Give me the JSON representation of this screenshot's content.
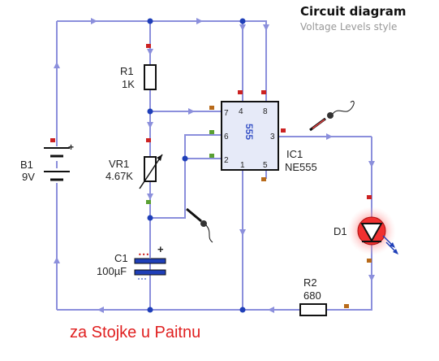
{
  "header": {
    "title": "Circuit diagram",
    "subtitle": "Voltage Levels style"
  },
  "components": {
    "r1": {
      "ref": "R1",
      "value": "1K"
    },
    "vr1": {
      "ref": "VR1",
      "value": "4.67K"
    },
    "c1": {
      "ref": "C1",
      "value": "100µF"
    },
    "b1": {
      "ref": "B1",
      "value": "9V"
    },
    "r2": {
      "ref": "R2",
      "value": "680"
    },
    "d1": {
      "ref": "D1"
    },
    "ic1": {
      "ref": "IC1",
      "value": "NE555",
      "chip_text": "555",
      "pins": {
        "p4": "4",
        "p8": "8",
        "p7": "7",
        "p6": "6",
        "p2": "2",
        "p3": "3",
        "p1": "1",
        "p5": "5"
      }
    }
  },
  "polarity": {
    "battery_plus": "+",
    "cap_plus": "+",
    "cap_dots": "•••"
  },
  "caption": "za Stojke u Paitnu",
  "colors": {
    "wire": "#8b8fdc",
    "node": "#1f3fb8",
    "marker_red": "#cc2222",
    "marker_green": "#5aa033",
    "marker_orange": "#b86a1a",
    "led": "#e02020",
    "caption": "#e02020"
  }
}
